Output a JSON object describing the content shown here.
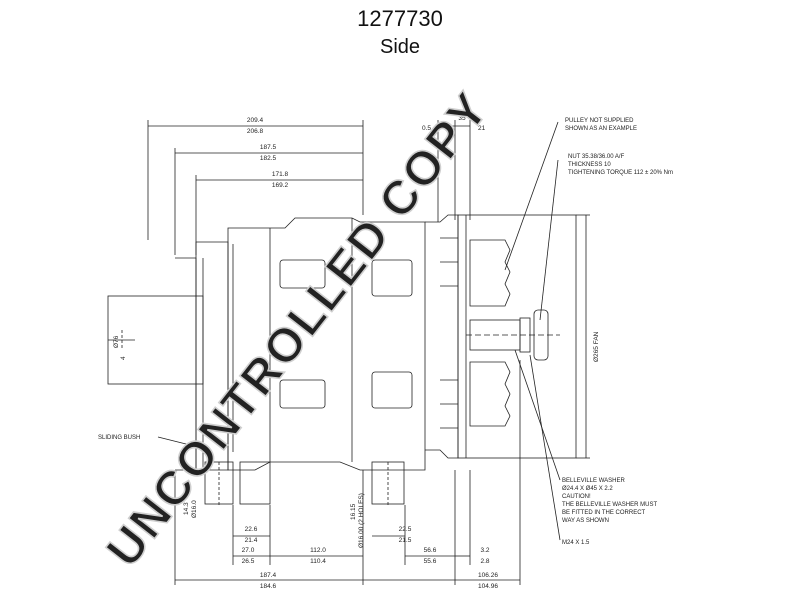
{
  "header": {
    "part_number": "1277730",
    "view": "Side"
  },
  "top_dimensions": {
    "overall_max": "209.4",
    "overall_min": "206.8",
    "d2_max": "187.5",
    "d2_min": "182.5",
    "d3_max": "171.8",
    "d3_min": "169.2",
    "right_a": "0.5",
    "right_b": "35",
    "right_c": "21"
  },
  "left_dimensions": {
    "diameter_left": "Ø76",
    "left_small": "4",
    "bush_a": "14.3",
    "bush_b": "Ø16.0",
    "hole_a": "16.15",
    "hole_b": "Ø16.00 (2 HOLES)"
  },
  "bottom_dimensions": {
    "a1": "22.6",
    "a2": "21.4",
    "b1": "22.5",
    "b2": "21.5",
    "c1": "27.0",
    "c2": "26.5",
    "d1": "112.0",
    "d2": "110.4",
    "e1": "56.6",
    "e2": "55.6",
    "f1": "3.2",
    "f2": "2.8",
    "g1": "187.4",
    "g2": "184.6",
    "h1": "106.26",
    "h2": "104.96"
  },
  "right_dimensions": {
    "fan": "Ø265 FAN"
  },
  "notes": {
    "pulley_1": "PULLEY NOT SUPPLIED",
    "pulley_2": "SHOWN AS AN EXAMPLE",
    "nut_1": "NUT 35.38/36.00 A/F",
    "nut_2": "THICKNESS 10",
    "nut_3": "TIGHTENING TORQUE 112 ± 20% Nm",
    "sliding_bush": "SLIDING BUSH",
    "washer_1": "BELLEVILLE WASHER",
    "washer_2": "Ø24.4 X  Ø45 X 2.2",
    "washer_3": "CAUTION!",
    "washer_4": "THE BELLEVILLE WASHER MUST",
    "washer_5": "BE FITTED IN THE CORRECT",
    "washer_6": "WAY AS SHOWN",
    "thread": "M24 X 1.5"
  },
  "watermark": "UNCONTROLLED COPY",
  "colors": {
    "line": "#222222",
    "watermark": "#cfcfcf"
  }
}
